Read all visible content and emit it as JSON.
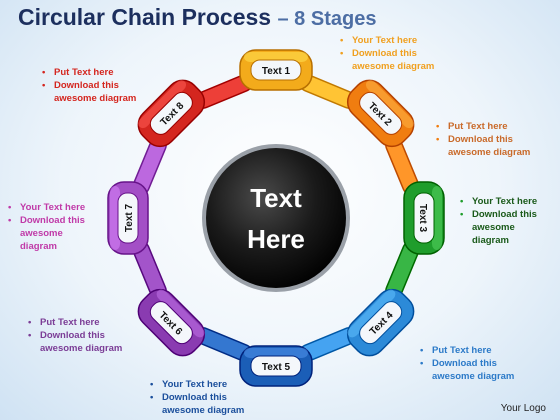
{
  "header": {
    "title": "Circular Chain Process",
    "subtitle": "– 8 Stages"
  },
  "center": {
    "line1": "Text",
    "line2": "Here"
  },
  "stages": [
    {
      "label": "Text 1",
      "color": "#f3ab1b"
    },
    {
      "label": "Text 2",
      "color": "#f07d10"
    },
    {
      "label": "Text 3",
      "color": "#1f9d2c"
    },
    {
      "label": "Text 4",
      "color": "#2c8ad8"
    },
    {
      "label": "Text 5",
      "color": "#1b5eb7"
    },
    {
      "label": "Text 6",
      "color": "#8a3bb1"
    },
    {
      "label": "Text 7",
      "color": "#a34fc6"
    },
    {
      "label": "Text 8",
      "color": "#d4261f"
    }
  ],
  "notes": [
    {
      "line1": "Your Text here",
      "line2": "Download this",
      "line3": "awesome diagram",
      "color": "#f0a020",
      "bullet": "#f0a020"
    },
    {
      "line1": "Put Text here",
      "line2": "Download this",
      "line3": "awesome diagram",
      "color": "#d4261f",
      "bullet": "#d4261f"
    },
    {
      "line1": "Put Text here",
      "line2": "Download this",
      "line3": "awesome diagram",
      "color": "#c96a2a",
      "bullet": "#f07d10"
    },
    {
      "line1": "Your Text here",
      "line2": "Download this",
      "line3": "awesome",
      "line4": "diagram",
      "color": "#1a5a1a",
      "bullet": "#1f9d2c"
    },
    {
      "line1": "Your Text here",
      "line2": "Download this",
      "line3": "awesome",
      "line4": "diagram",
      "color": "#c03aa8",
      "bullet": "#c03aa8"
    },
    {
      "line1": "Put Text here",
      "line2": "Download this",
      "line3": "awesome diagram",
      "color": "#7b3d96",
      "bullet": "#7b3d96"
    },
    {
      "line1": "Put Text here",
      "line2": "Download this",
      "line3": "awesome diagram",
      "color": "#2c7ac8",
      "bullet": "#2c7ac8"
    },
    {
      "line1": "Your Text here",
      "line2": "Download this",
      "line3": "awesome diagram",
      "color": "#1b4f9c",
      "bullet": "#1b4f9c"
    }
  ],
  "footer": {
    "logo": "Your Logo"
  }
}
